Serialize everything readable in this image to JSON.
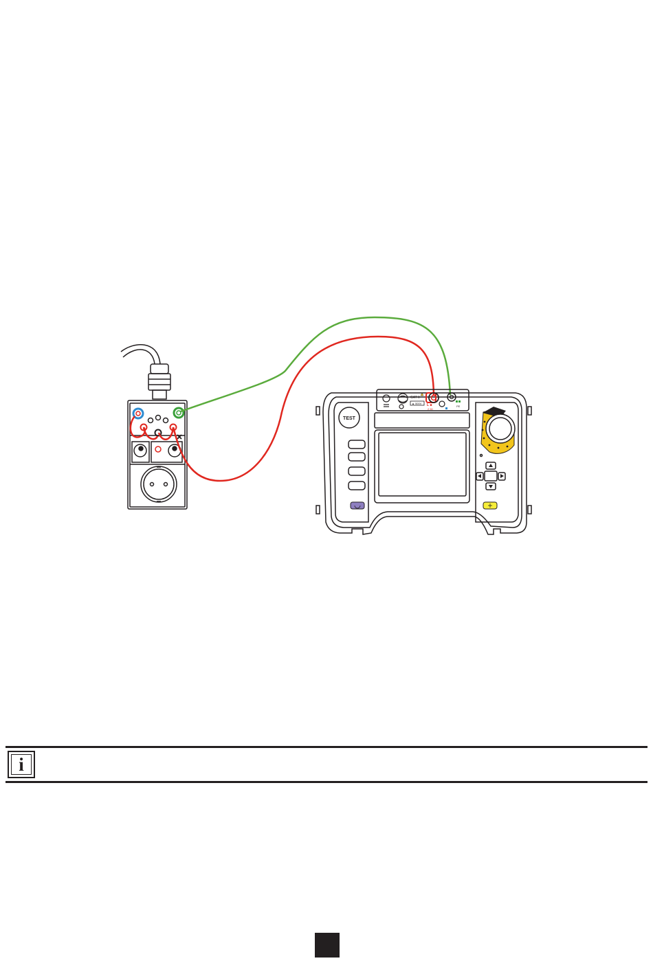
{
  "diagram": {
    "meter": {
      "test_button_label": "TEST",
      "terminal_labels": {
        "cat": "CAT II",
        "fuse": "▲ 500V",
        "red_marks": "L  ■",
        "red_sub": "2  50",
        "pe": "PE"
      }
    },
    "colors": {
      "outline": "#231f20",
      "cable_red": "#e0271f",
      "cable_green": "#5aab3c",
      "terminal_blue": "#2e8bd0",
      "terminal_green": "#3aa03a",
      "dial_yellow": "#f2c51c",
      "function_button_purple": "#8e7fc0",
      "backlight_button_yellow": "#f7ee3a"
    }
  },
  "icons": {
    "info": "i"
  }
}
